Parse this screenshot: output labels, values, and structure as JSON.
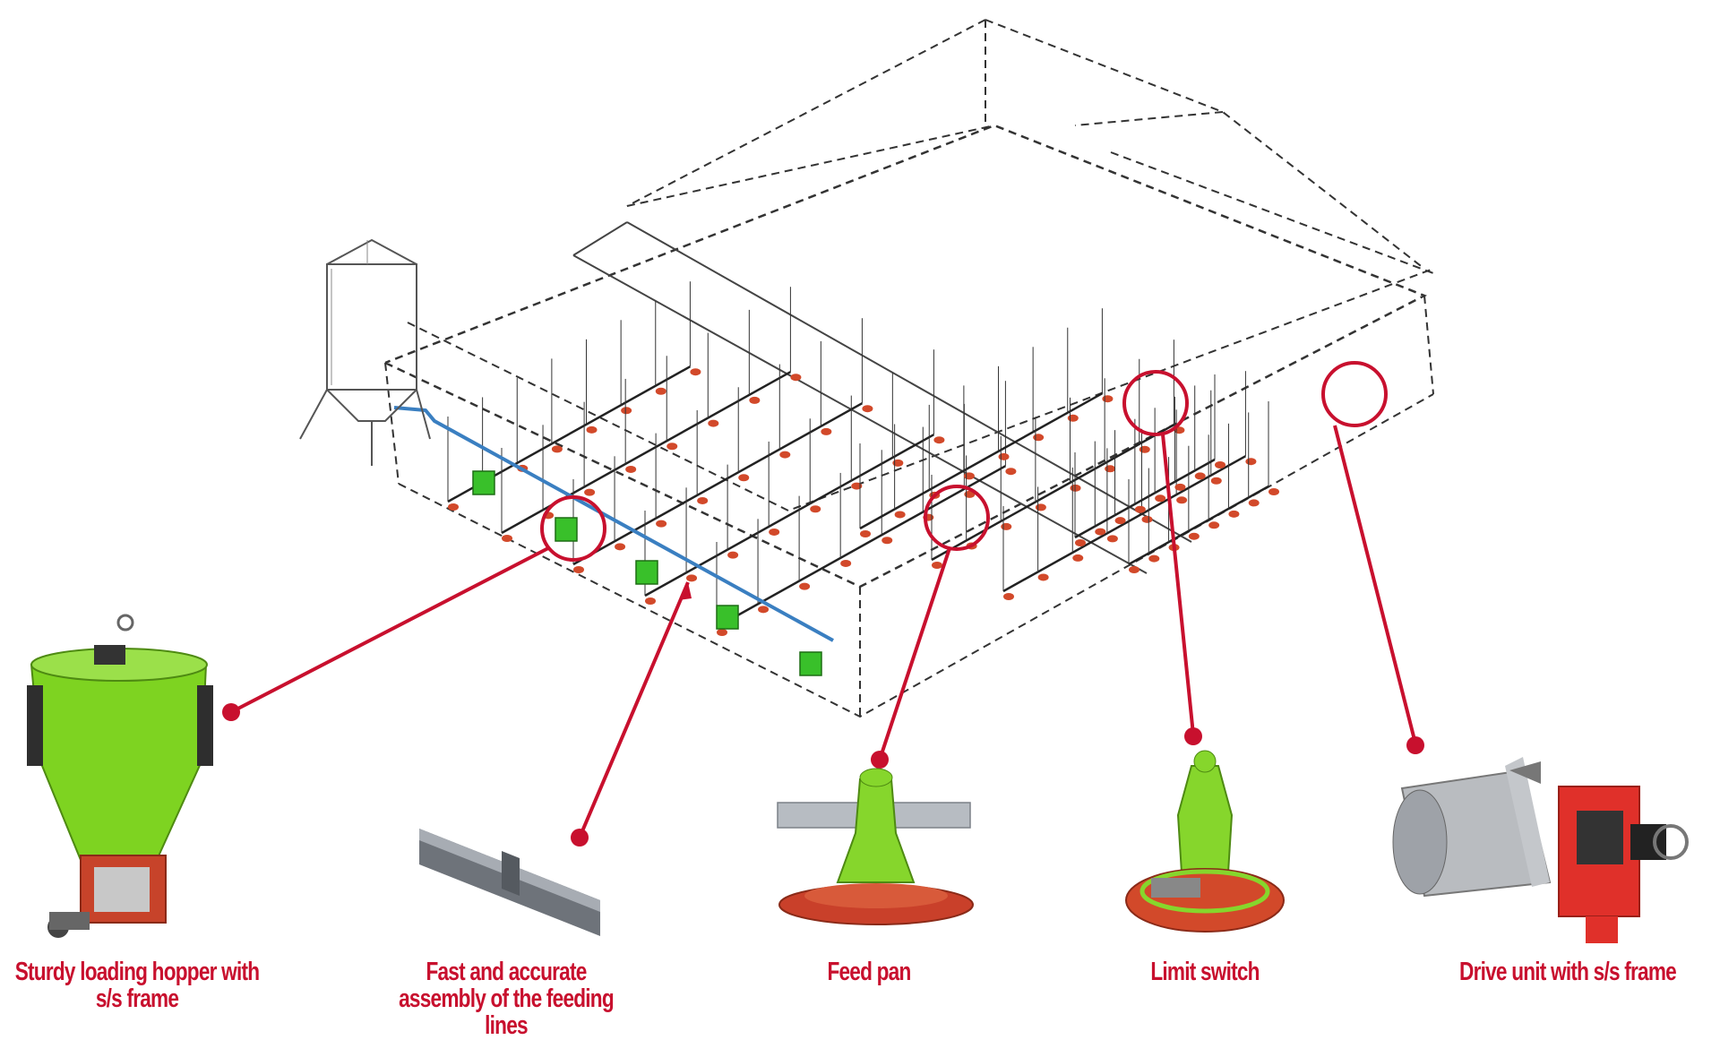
{
  "colors": {
    "accent_red": "#c8102e",
    "hopper_green": "#7ed321",
    "pan_orange": "#d2492a",
    "line_blue": "#3a7fc1",
    "drawing": "#222222",
    "pipe_grey": "#8a8f96",
    "motor_grey": "#b9bcc0",
    "gearbox_red": "#e0302a"
  },
  "icons": [
    "silo-icon",
    "hopper-icon",
    "pipe-icon",
    "feed-pan-icon",
    "limit-switch-icon",
    "drive-unit-icon"
  ],
  "callouts": [
    {
      "id": "hopper",
      "label": "Sturdy loading hopper with s/s frame"
    },
    {
      "id": "assembly",
      "label": "Fast and accurate assembly of the feeding lines"
    },
    {
      "id": "pan",
      "label": "Feed pan"
    },
    {
      "id": "switch",
      "label": "Limit switch"
    },
    {
      "id": "drive",
      "label": "Drive unit with s/s frame"
    }
  ]
}
